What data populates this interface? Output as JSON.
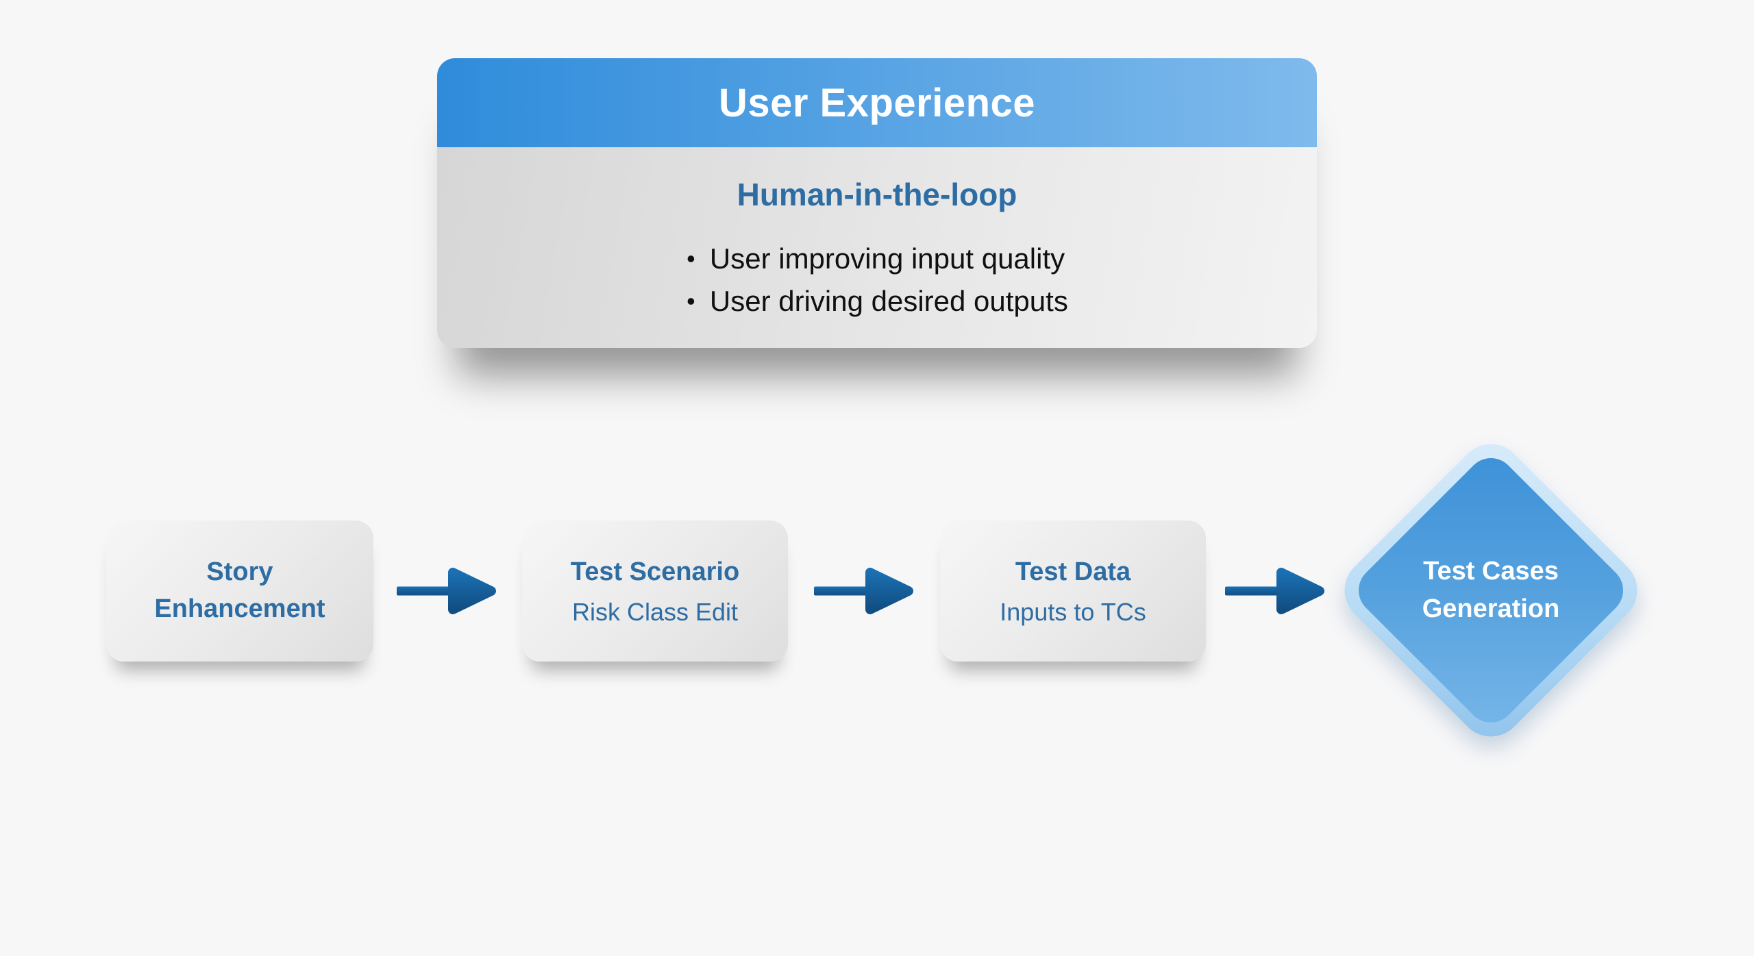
{
  "theme": {
    "background": "#f7f7f8",
    "header-blue-left": "#2f8cdb",
    "header-blue-right": "#7fbaec",
    "accent-blue-text": "#2e6da4",
    "arrow-blue": "#15609c",
    "diamond-ring-light": "#d9ecfa",
    "diamond-ring-dark": "#8fc2ec",
    "diamond-fill-dark": "#3d91d8",
    "diamond-fill-light": "#77b6e8"
  },
  "card": {
    "title": "User Experience",
    "subtitle": "Human-in-the-loop",
    "bullet_char": "•",
    "bullets": [
      "User improving input quality",
      "User driving desired outputs"
    ]
  },
  "flow": {
    "steps": [
      {
        "title": "Story Enhancement",
        "subtitle": ""
      },
      {
        "title": "Test Scenario",
        "subtitle": "Risk Class Edit"
      },
      {
        "title": "Test Data",
        "subtitle": "Inputs to TCs"
      },
      {
        "title": "Test Cases Generation",
        "subtitle": ""
      }
    ]
  }
}
